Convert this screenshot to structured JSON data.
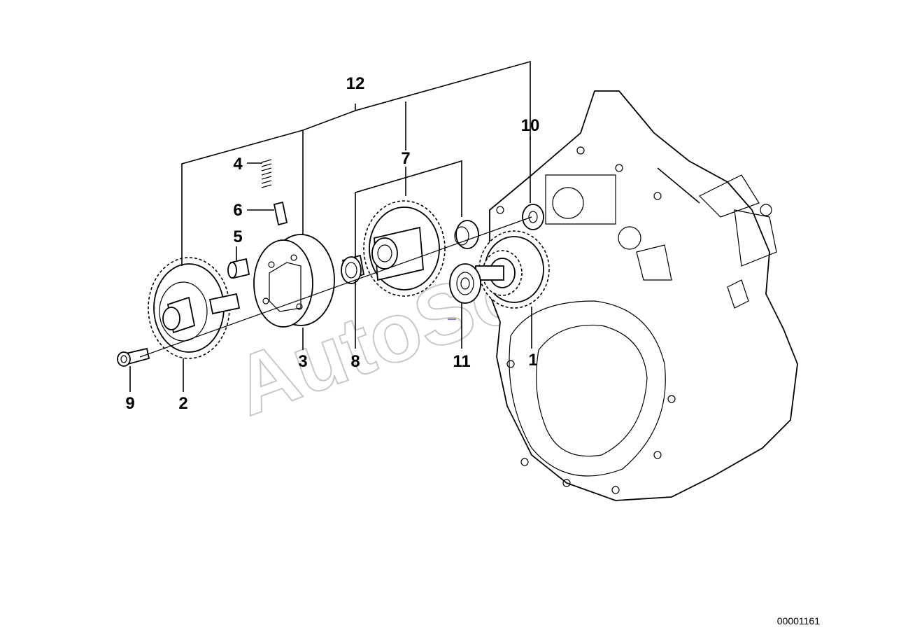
{
  "callouts": [
    "1",
    "2",
    "3",
    "4",
    "5",
    "6",
    "7",
    "8",
    "9",
    "10",
    "11",
    "12"
  ],
  "document_id": "00001161",
  "watermark": "AutoSoft"
}
